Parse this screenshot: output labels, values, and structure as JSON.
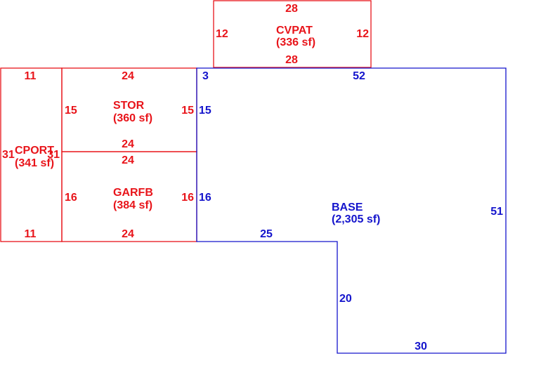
{
  "colors": {
    "red": "#e8141a",
    "blue": "#1414cc"
  },
  "areas": {
    "cvpat": {
      "name": "CVPAT",
      "size": "(336 sf)",
      "dims": {
        "top": "28",
        "bottom": "28",
        "left": "12",
        "right": "12"
      }
    },
    "stor": {
      "name": "STOR",
      "size": "(360 sf)",
      "dims": {
        "top": "24",
        "bottom": "24",
        "left": "15",
        "right": "15"
      }
    },
    "garfb": {
      "name": "GARFB",
      "size": "(384 sf)",
      "dims": {
        "top": "24",
        "bottom": "24",
        "left": "16",
        "right": "16"
      }
    },
    "cport": {
      "name": "CPORT",
      "size": "(341 sf)",
      "dims": {
        "top": "11",
        "bottom": "11",
        "left": "31",
        "right": "31"
      }
    },
    "base": {
      "name": "BASE",
      "size": "(2,305 sf)",
      "dims": {
        "top_small": "3",
        "top": "52",
        "right": "51",
        "bottom": "30",
        "inner_vertical": "20",
        "inner_horizontal": "25",
        "left_upper": "15",
        "left_lower": "16"
      }
    }
  }
}
